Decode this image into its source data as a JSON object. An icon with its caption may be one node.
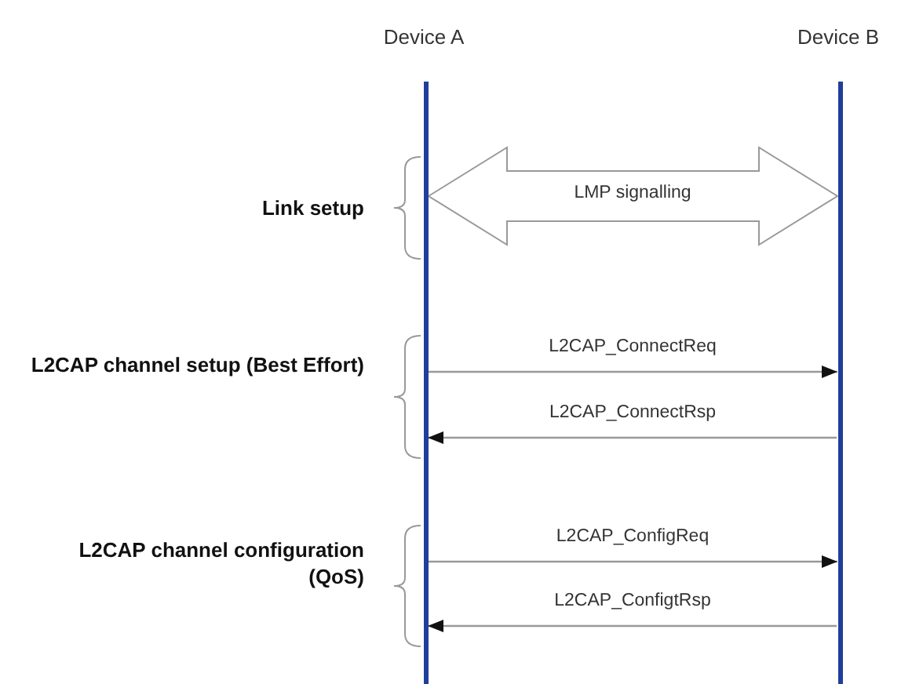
{
  "diagram": {
    "nodes": [
      {
        "text": [
          "Device A"
        ]
      },
      {
        "text": [
          "Device B"
        ]
      }
    ],
    "edges": [
      {
        "from": 0,
        "to": 1,
        "arrow": "both",
        "label": "LMP signalling"
      },
      {
        "from": 0,
        "to": 1,
        "arrow": "to",
        "label": "L2CAP_ConnectReq"
      },
      {
        "from": 1,
        "to": 0,
        "arrow": "to",
        "label": "L2CAP_ConnectRsp"
      },
      {
        "from": 0,
        "to": 1,
        "arrow": "to",
        "label": "L2CAP_ConfigReq"
      },
      {
        "from": 1,
        "to": 0,
        "arrow": "to",
        "label": "L2CAP_ConfigtRsp"
      }
    ],
    "labels": [
      "Link setup",
      "L2CAP channel setup (Best Effort)",
      "L2CAP channel configuration (QoS)"
    ]
  }
}
